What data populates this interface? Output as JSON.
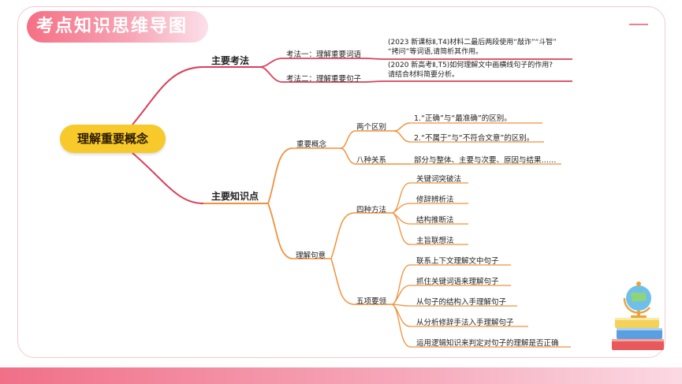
{
  "title": "考点知识思维导图",
  "root": "理解重要概念",
  "branches": {
    "methods": {
      "label": "主要考法",
      "items": [
        {
          "label": "考法一：理解重要词语",
          "desc1": "(2023 新课标Ⅱ,T4)材料二最后两段使用“敲诈”“斗智”",
          "desc2": "“拷问”等词语,请简析其作用。"
        },
        {
          "label": "考法二：理解重要句子",
          "desc1": "(2020 新高考Ⅱ,T5)如何理解文中画横线句子的作用?",
          "desc2": "请结合材料简要分析。"
        }
      ]
    },
    "knowledge": {
      "label": "主要知识点",
      "concepts": {
        "label": "重要概念",
        "two_diff": {
          "label": "两个区别",
          "items": [
            "1.“正确”与“最准确”的区别。",
            "2.“不属于”与“不符合文意”的区别。"
          ]
        },
        "eight_rel": {
          "label": "八种关系",
          "text": "部分与整体、主要与次要、原因与结果……"
        }
      },
      "sentences": {
        "label": "理解句意",
        "four_methods": {
          "label": "四种方法",
          "items": [
            "关键词突破法",
            "修辞辨析法",
            "结构推断法",
            "主旨联想法"
          ]
        },
        "five_points": {
          "label": "五项要领",
          "items": [
            "联系上下文理解文中句子",
            "抓住关键词语来理解句子",
            "从句子的结构入手理解句子",
            "从分析修辞手法入手理解句子",
            "运用逻辑知识来判定对句子的理解是否正确"
          ]
        }
      }
    }
  },
  "colors": {
    "red": "#d9405a",
    "orange": "#f0913c",
    "root": "#f8c92a",
    "accent": "#f56f84"
  }
}
